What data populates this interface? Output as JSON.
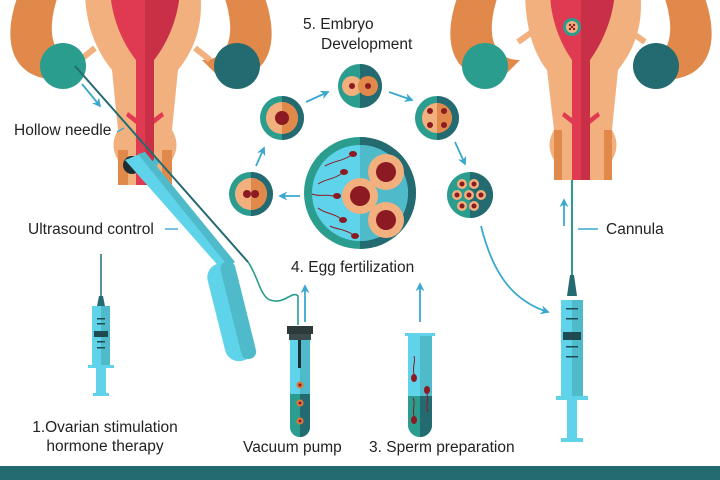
{
  "title": "IVF process diagram",
  "colors": {
    "uterus_outer": "#e0894b",
    "uterus_light": "#f2b07f",
    "uterus_core": "#e03a52",
    "ovary_left": "#2a9d8f",
    "ovary_right": "#246b71",
    "teal_dark": "#246b71",
    "teal": "#2a9d8f",
    "cyan": "#5fd3ea",
    "cyan_dark": "#4fbac9",
    "arrow": "#3aa8cf",
    "egg": "#f2b07f",
    "nucleus": "#8b1a22",
    "footer": "#246b71"
  },
  "labels": {
    "hollow_needle": "Hollow needle",
    "ultrasound_control": "Ultrasound control",
    "step1_line1": "1.Ovarian stimulation",
    "step1_line2": "hormone therapy",
    "vacuum_pump": "Vacuum pump",
    "step3": "3. Sperm preparation",
    "step4": "4. Egg fertilization",
    "step5_line1": "5. Embryo",
    "step5_line2": "Development",
    "cannula": "Cannula"
  },
  "icons": [
    "uterus-left-icon",
    "uterus-right-icon",
    "ultrasound-probe-icon",
    "syringe-icon",
    "vacuum-tube-icon",
    "sperm-tube-icon",
    "petri-dish-icon",
    "embryo-cell-icon"
  ]
}
